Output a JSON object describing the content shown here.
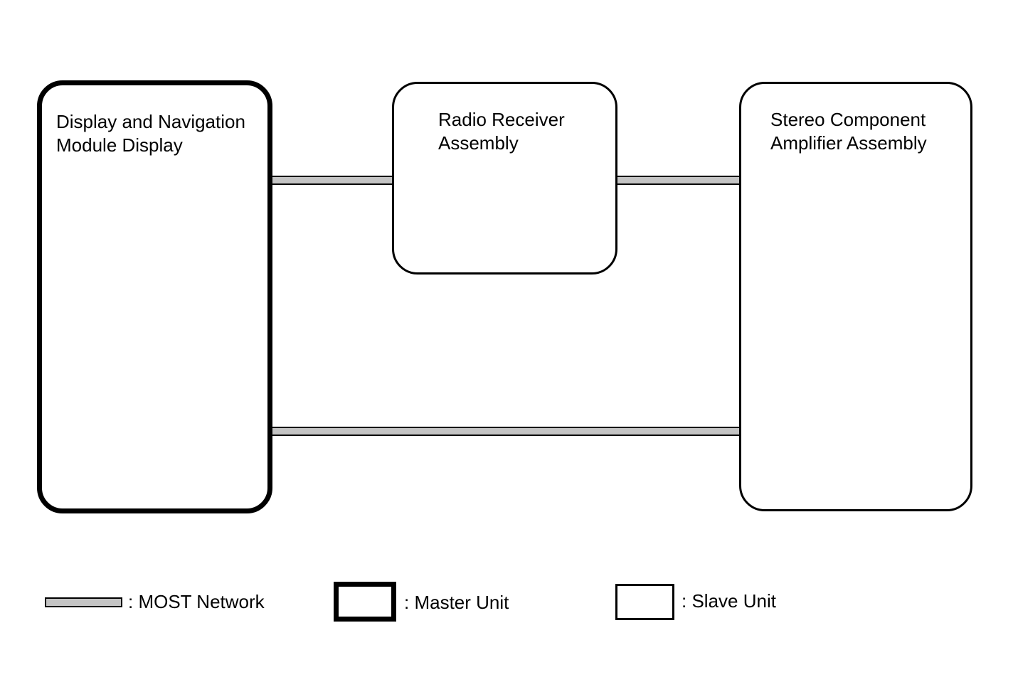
{
  "units": {
    "display_navigation": {
      "role": "master",
      "label_lines": [
        "Display and Navigation",
        "Module Display"
      ]
    },
    "radio_receiver": {
      "role": "slave",
      "label_lines": [
        "Radio Receiver",
        "Assembly"
      ]
    },
    "stereo_amplifier": {
      "role": "slave",
      "label_lines": [
        "Stereo Component",
        "Amplifier Assembly"
      ]
    }
  },
  "connections": [
    {
      "from": "display_navigation",
      "to": "radio_receiver",
      "type": "MOST Network"
    },
    {
      "from": "radio_receiver",
      "to": "stereo_amplifier",
      "type": "MOST Network"
    },
    {
      "from": "display_navigation",
      "to": "stereo_amplifier",
      "type": "MOST Network"
    }
  ],
  "legend": {
    "most_network": ": MOST Network",
    "master_unit": ": Master Unit",
    "slave_unit": ": Slave Unit"
  },
  "colors": {
    "network_line": "#c4c4c4",
    "outline": "#000000",
    "background": "#ffffff"
  }
}
